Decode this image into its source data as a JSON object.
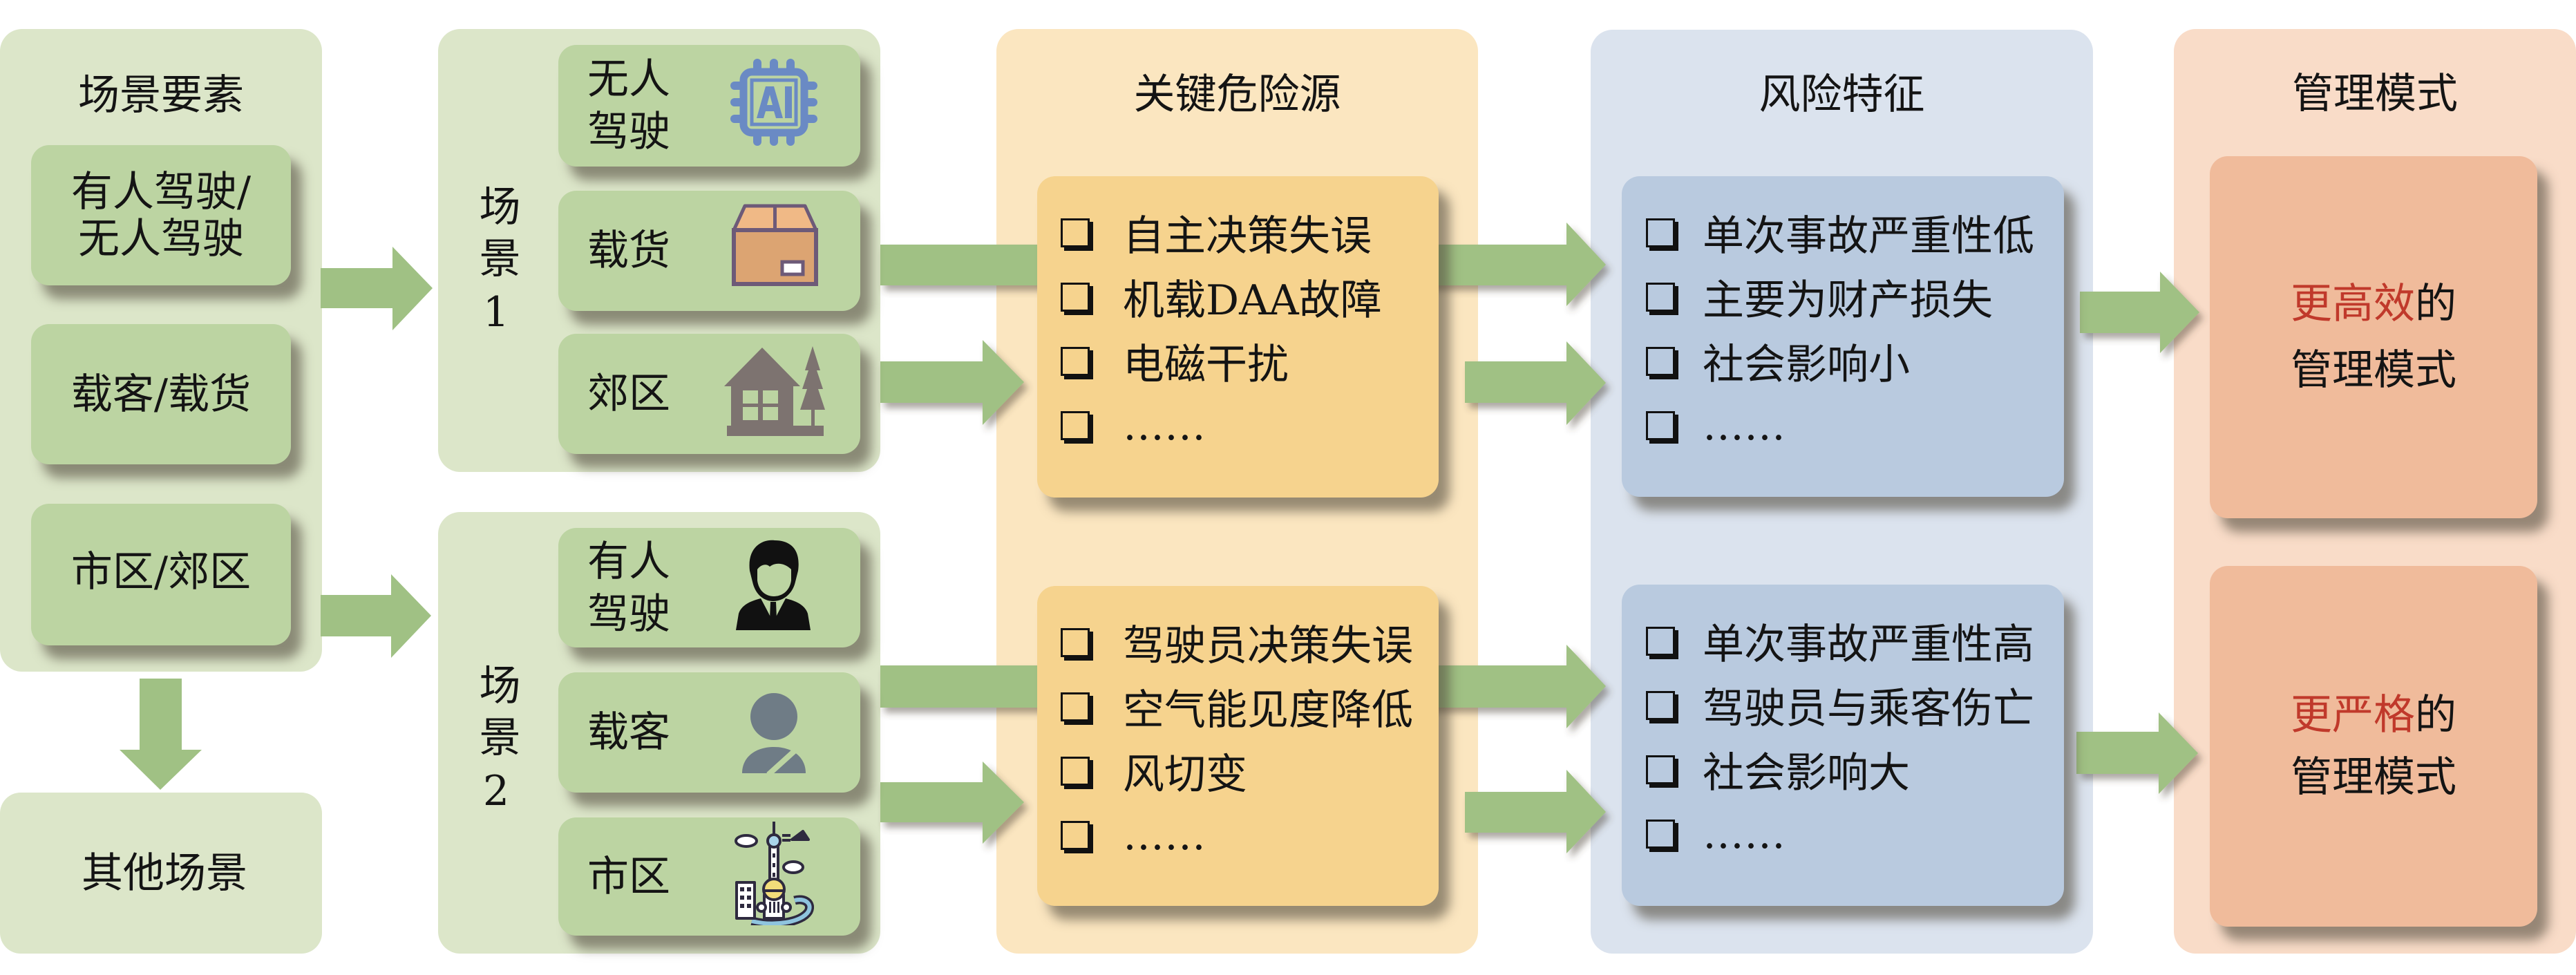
{
  "scenario_elements": {
    "title": "场景要素",
    "items": [
      {
        "lines": [
          "有人驾驶/",
          "无人驾驶"
        ]
      },
      {
        "lines": [
          "载客/载货"
        ]
      },
      {
        "lines": [
          "市区/郊区"
        ]
      }
    ]
  },
  "other_scenarios": {
    "label": "其他场景"
  },
  "scenarios": [
    {
      "label": "场景1",
      "items": [
        {
          "lines": [
            "无人",
            "驾驶"
          ],
          "icon": "ai-chip-icon"
        },
        {
          "lines": [
            "载货"
          ],
          "icon": "cargo-box-icon"
        },
        {
          "lines": [
            "郊区"
          ],
          "icon": "suburban-house-icon"
        }
      ]
    },
    {
      "label": "场景2",
      "items": [
        {
          "lines": [
            "有人",
            "驾驶"
          ],
          "icon": "pilot-person-icon"
        },
        {
          "lines": [
            "载客"
          ],
          "icon": "passenger-icon"
        },
        {
          "lines": [
            "市区"
          ],
          "icon": "city-skyline-icon"
        }
      ]
    }
  ],
  "key_hazards": {
    "title": "关键危险源",
    "groups": [
      {
        "items": [
          "自主决策失误",
          "机载DAA故障",
          "电磁干扰",
          "……"
        ]
      },
      {
        "items": [
          "驾驶员决策失误",
          "空气能见度降低",
          "风切变",
          "……"
        ]
      }
    ]
  },
  "risk_features": {
    "title": "风险特征",
    "groups": [
      {
        "items": [
          "单次事故严重性低",
          "主要为财产损失",
          "社会影响小",
          "……"
        ]
      },
      {
        "items": [
          "单次事故严重性高",
          "驾驶员与乘客伤亡",
          "社会影响大",
          "……"
        ]
      }
    ]
  },
  "management_modes": {
    "title": "管理模式",
    "groups": [
      {
        "highlight": "更高效",
        "suffix": "的",
        "line2": "管理模式"
      },
      {
        "highlight": "更严格",
        "suffix": "的",
        "line2": "管理模式"
      }
    ]
  },
  "colors": {
    "scenario_panel": "#dce6c9",
    "scenario_box": "#bcd4a2",
    "arrow": "#a0c184",
    "hazard_panel": "#fbe6c0",
    "hazard_box": "#f6d38e",
    "risk_panel": "#dbe3ee",
    "risk_box": "#b9cadf",
    "management_panel": "#f9dcc8",
    "management_box": "#f0bb9b",
    "highlight_text": "#c0392b"
  }
}
